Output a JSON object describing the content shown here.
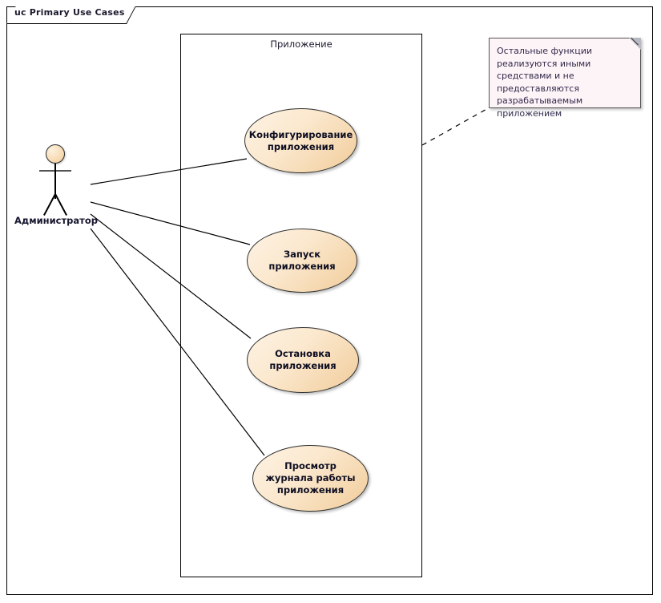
{
  "diagram": {
    "frame_label": "uc Primary Use Cases",
    "boundary_label": "Приложение",
    "actor": {
      "name": "Администратор"
    },
    "use_cases": [
      {
        "label": "Конфигурирование приложения"
      },
      {
        "label": "Запуск приложения"
      },
      {
        "label": "Остановка приложения"
      },
      {
        "label": "Просмотр журнала работы приложения"
      }
    ],
    "note": {
      "text": "Остальные функции реализуются иными средствами и не предоставляются разрабатываемым приложением"
    },
    "colors": {
      "usecase_fill_light": "#fdf3e4",
      "usecase_fill_dark": "#efc998",
      "note_fill": "#fdf4f8",
      "line": "#000000",
      "text": "#16162e"
    }
  }
}
